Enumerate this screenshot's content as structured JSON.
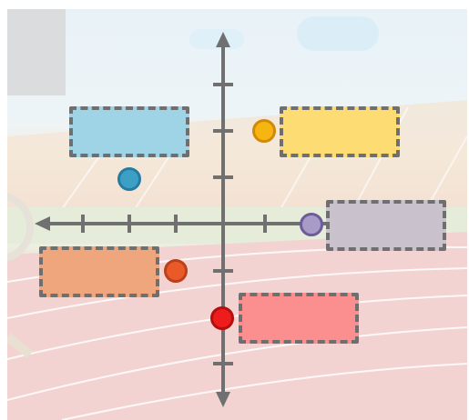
{
  "game": {
    "targets": [
      {
        "id": "blue-target",
        "color": "#9fd3e6"
      },
      {
        "id": "yellow-target",
        "color": "#fddc73"
      },
      {
        "id": "gray-target",
        "color": "#c9c1cc"
      },
      {
        "id": "orange-target",
        "color": "#f0a67c"
      },
      {
        "id": "red-target",
        "color": "#fb8e8e"
      }
    ],
    "points": [
      {
        "id": "yellow-point",
        "fill": "#f7b512",
        "stroke": "#d08a08"
      },
      {
        "id": "blue-point",
        "fill": "#3c9fc6",
        "stroke": "#257ba0"
      },
      {
        "id": "purple-point",
        "fill": "#a89bc8",
        "stroke": "#6e5b9a"
      },
      {
        "id": "orange-point",
        "fill": "#ea5a28",
        "stroke": "#b9401a"
      },
      {
        "id": "red-point",
        "fill": "#ee1c1c",
        "stroke": "#b30f0f"
      }
    ],
    "axis_color": "#707070",
    "dash_color": "#6f6f6f"
  }
}
